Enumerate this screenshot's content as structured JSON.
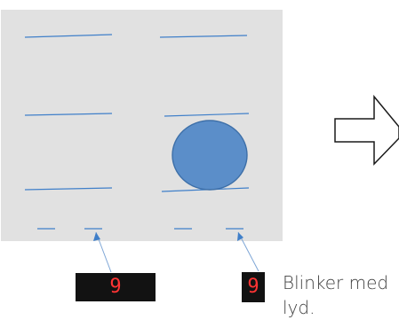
{
  "displays": {
    "left_value": "9",
    "right_value": "9"
  },
  "caption": {
    "text": "Blinker med lyd."
  },
  "colors": {
    "panel": "#e1e1e1",
    "line": "#3f7fc9",
    "pot_fill": "#5b8ec9",
    "pot_stroke": "#3d6fa8",
    "display_bg": "#121212",
    "display_digit": "#ff3434"
  },
  "icons": {
    "arrow": "right-arrow-outline-icon",
    "pot": "pot-circle"
  }
}
